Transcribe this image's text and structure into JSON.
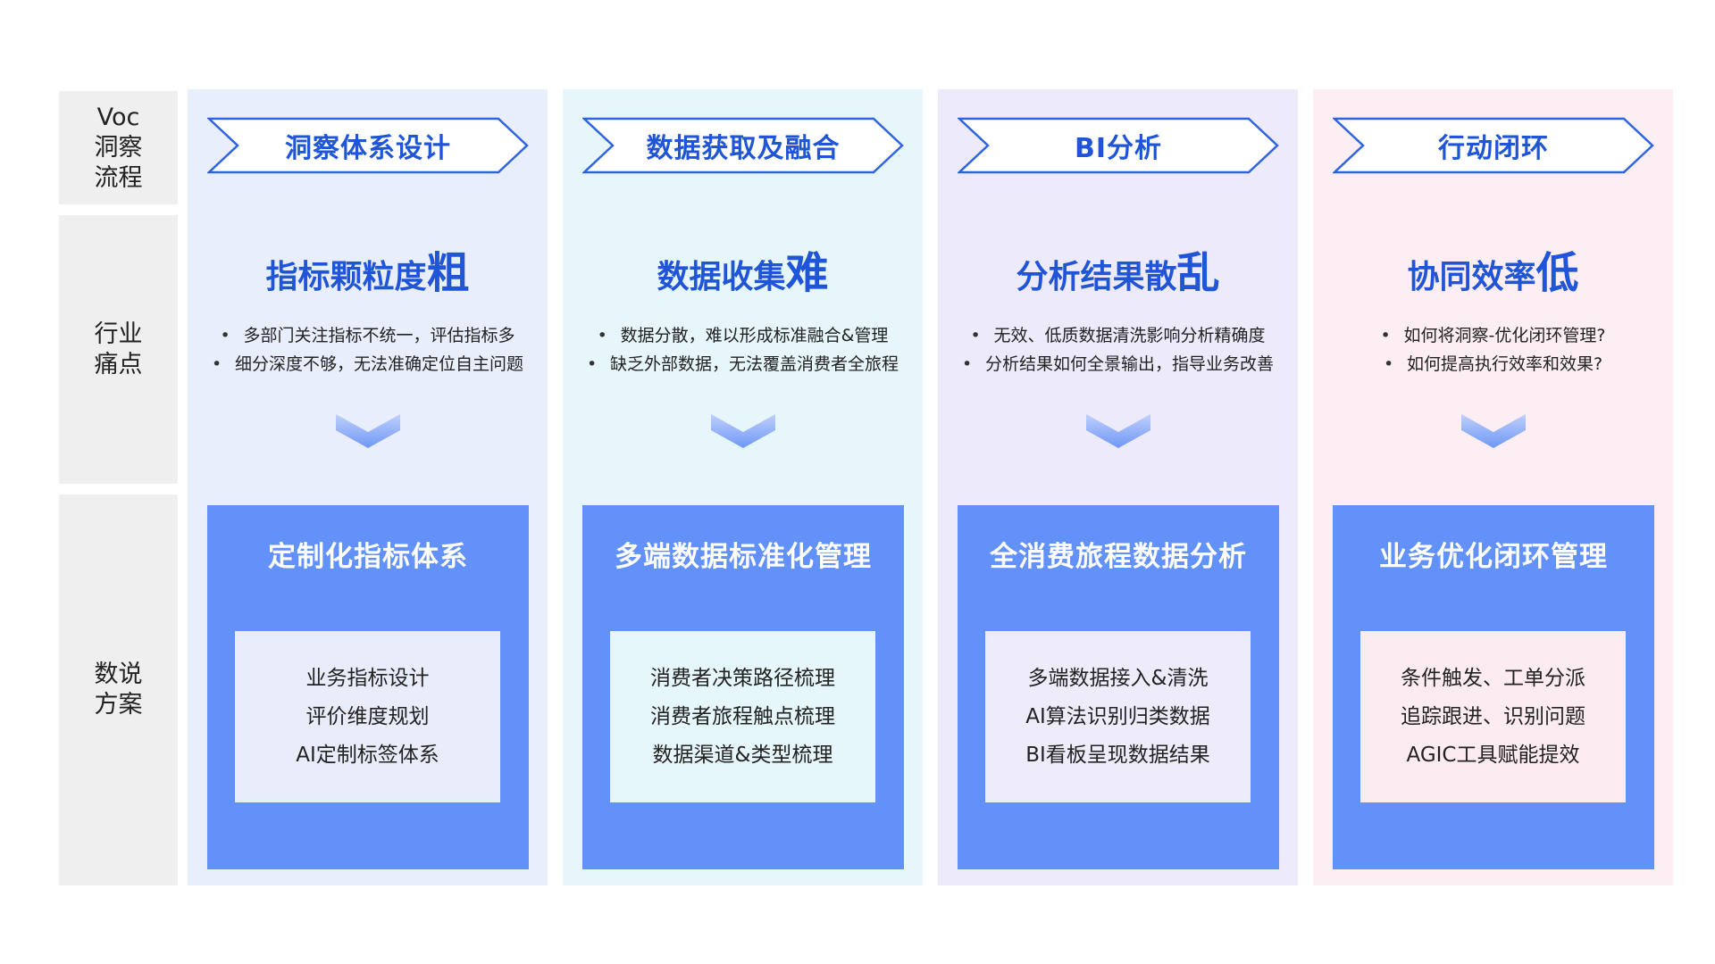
{
  "side_labels": {
    "flow": [
      "Voc",
      "洞察",
      "流程"
    ],
    "pain": [
      "行业",
      "痛点"
    ],
    "solution": [
      "数说",
      "方案"
    ]
  },
  "columns": [
    {
      "stage": "洞察体系设计",
      "pain_title": "指标颗粒度",
      "pain_emphasis": "粗",
      "bullets": [
        "多部门关注指标不统一，评估指标多",
        "细分深度不够，无法准确定位自主问题"
      ],
      "solution_title": "定制化指标体系",
      "solution_items": [
        "业务指标设计",
        "评价维度规划",
        "AI定制标签体系"
      ],
      "bg_color": "#e8eefc",
      "box_color": "#e8ecfb"
    },
    {
      "stage": "数据获取及融合",
      "pain_title": "数据收集",
      "pain_emphasis": "难",
      "bullets": [
        "数据分散，难以形成标准融合&管理",
        "缺乏外部数据，无法覆盖消费者全旅程"
      ],
      "solution_title": "多端数据标准化管理",
      "solution_items": [
        "消费者决策路径梳理",
        "消费者旅程触点梳理",
        "数据渠道&类型梳理"
      ],
      "bg_color": "#e6f6fb",
      "box_color": "#e6f7fb"
    },
    {
      "stage": "BI分析",
      "pain_title": "分析结果散",
      "pain_emphasis": "乱",
      "bullets": [
        "无效、低质数据清洗影响分析精确度",
        "分析结果如何全景输出，指导业务改善"
      ],
      "solution_title": "全消费旅程数据分析",
      "solution_items": [
        "多端数据接入&清洗",
        "AI算法识别归类数据",
        "BI看板呈现数据结果"
      ],
      "bg_color": "#edeafc",
      "box_color": "#eeecfb"
    },
    {
      "stage": "行动闭环",
      "pain_title": "协同效率",
      "pain_emphasis": "低",
      "bullets": [
        "如何将洞察-优化闭环管理?",
        "如何提高执行效率和效果?"
      ],
      "solution_title": "业务优化闭环管理",
      "solution_items": [
        "条件触发、工单分派",
        "追踪跟进、识别问题",
        "AGIC工具赋能提效"
      ],
      "bg_color": "#fceef3",
      "box_color": "#fcecf2"
    }
  ],
  "colors": {
    "accent": "#1f55d6",
    "solution_panel": "#6391fa",
    "side_label_bg": "#efefef"
  },
  "icons": {
    "banner": "chevron-banner-icon",
    "arrow": "double-chevron-down-icon"
  }
}
